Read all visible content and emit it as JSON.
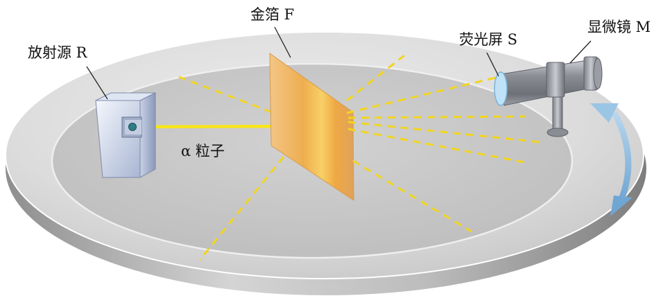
{
  "labels": {
    "source": "放射源 R",
    "foil": "金箔 F",
    "screen": "荧光屏 S",
    "microscope": "显微镜 M",
    "alpha": "α 粒子"
  },
  "colors": {
    "beam": "#f7e51a",
    "scatter": "#f2d51f",
    "foil_gold": "#f0b247",
    "disc_top": "#d6d6d6",
    "disc_rim": "#9a9a9a",
    "arrow": "#7fb1d9"
  },
  "icons": [
    "radiation-source-icon",
    "gold-foil-icon",
    "fluorescent-screen-icon",
    "microscope-icon",
    "rotation-arrow-icon"
  ]
}
